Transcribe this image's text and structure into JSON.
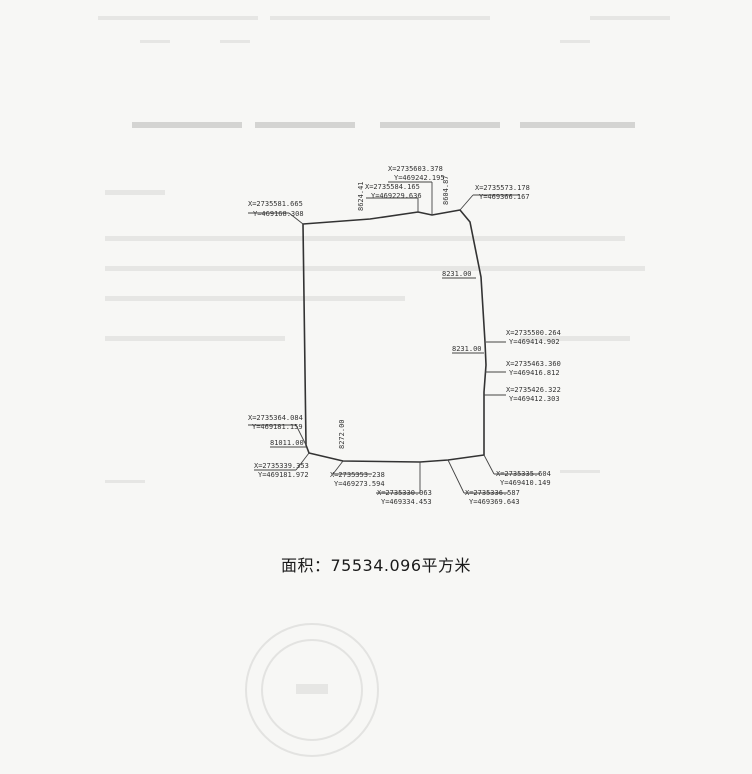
{
  "vertices": [
    {
      "id": "v1",
      "x": "X=2735581.665",
      "y": "Y=469168.308"
    },
    {
      "id": "v2",
      "x": "X=2735584.165",
      "y": "Y=469229.636"
    },
    {
      "id": "v3",
      "x": "X=2735603.378",
      "y": "Y=469242.195"
    },
    {
      "id": "v4",
      "x": "X=2735573.178",
      "y": "Y=469366.167"
    },
    {
      "id": "v5",
      "x": "X=2735500.264",
      "y": "Y=469414.902"
    },
    {
      "id": "v6",
      "x": "X=2735463.360",
      "y": "Y=469416.812"
    },
    {
      "id": "v7",
      "x": "X=2735426.322",
      "y": "Y=469412.303"
    },
    {
      "id": "v8",
      "x": "X=2735335.604",
      "y": "Y=469410.149"
    },
    {
      "id": "v9",
      "x": "X=2735336.587",
      "y": "Y=469369.643"
    },
    {
      "id": "v10",
      "x": "X=2735330.063",
      "y": "Y=469334.453"
    },
    {
      "id": "v11",
      "x": "X=2735353.238",
      "y": "Y=469273.594"
    },
    {
      "id": "v12",
      "x": "X=2735339.353",
      "y": "Y=469181.972"
    },
    {
      "id": "v13",
      "x": "X=2735364.084",
      "y": "Y=469181.159"
    }
  ],
  "dimensions": {
    "top_left": "8624.41",
    "top_right": "8604.87",
    "right_upper": "8231.00",
    "right_middle": "8231.00",
    "left_lower": "81011.00",
    "bottom_left": "8272.00"
  },
  "area_label": "面积：75534.096平方米"
}
